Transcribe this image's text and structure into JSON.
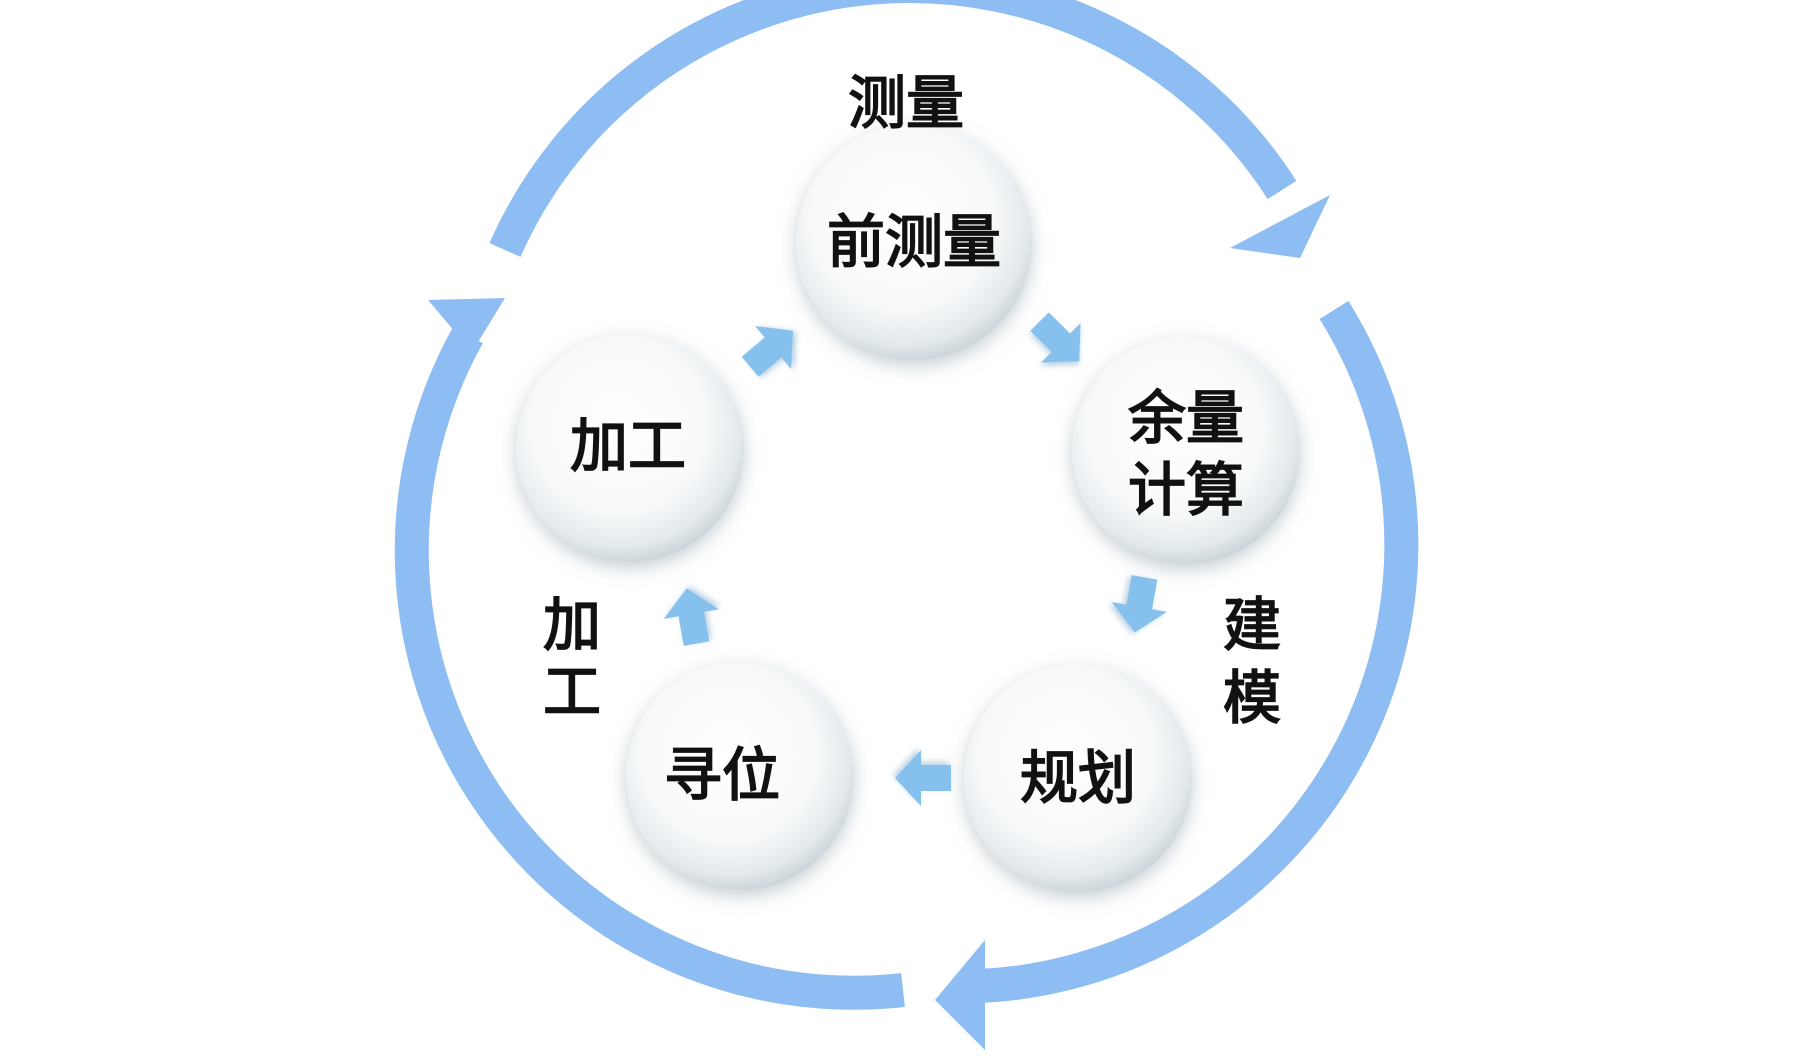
{
  "diagram": {
    "phases": {
      "measure": "测量",
      "model_line1": "建",
      "model_line2": "模",
      "process_line1": "加",
      "process_line2": "工"
    },
    "nodes": {
      "pre_measure": "前测量",
      "allowance_line1": "余量",
      "allowance_line2": "计算",
      "planning": "规划",
      "positioning": "寻位",
      "processing": "加工"
    },
    "colors": {
      "outer_arrow": "#8dbdf2",
      "inner_arrow": "#86c0ec",
      "node_fill": "#ffffff",
      "node_edge": "#cfd8dd",
      "text": "#111111"
    }
  }
}
